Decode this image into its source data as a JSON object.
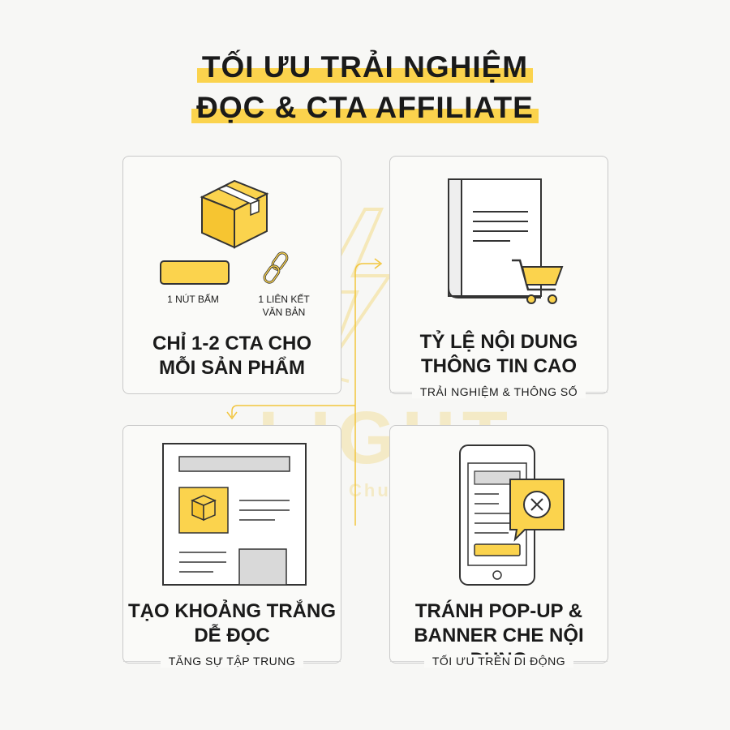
{
  "header": {
    "title_line1": "TỐI ƯU TRẢI NGHIỆM",
    "title_line2": "ĐỌC & CTA AFFILIATE"
  },
  "cards": {
    "cta": {
      "title_line1": "CHỈ 1-2 CTA CHO",
      "title_line2": "MỖI SẢN PHẨM",
      "button_label": "1 NÚT BẤM",
      "link_label_line1": "1 LIÊN KẾT",
      "link_label_line2": "VĂN BẢN"
    },
    "content": {
      "title_line1": "TỶ LỆ NỘI DUNG",
      "title_line2": "THÔNG TIN CAO",
      "subtitle": "TRẢI NGHIỆM & THÔNG SỐ"
    },
    "whitespace": {
      "title_line1": "TẠO KHOẢNG TRẮNG",
      "title_line2": "DỄ ĐỌC",
      "subtitle": "TĂNG SỰ TẬP TRUNG"
    },
    "popup": {
      "title_line1": "TRÁNH POP-UP &",
      "title_line2": "BANNER CHE NỘI DUNG",
      "subtitle": "TỐI ƯU TRÊN DI ĐỘNG"
    }
  },
  "watermark": {
    "brand": "LIGHT",
    "tagline": "Nhanh - Chuẩn - Đẹp"
  },
  "colors": {
    "accent": "#fbd34d",
    "outline": "#333333",
    "gray": "#d9d9d9"
  }
}
